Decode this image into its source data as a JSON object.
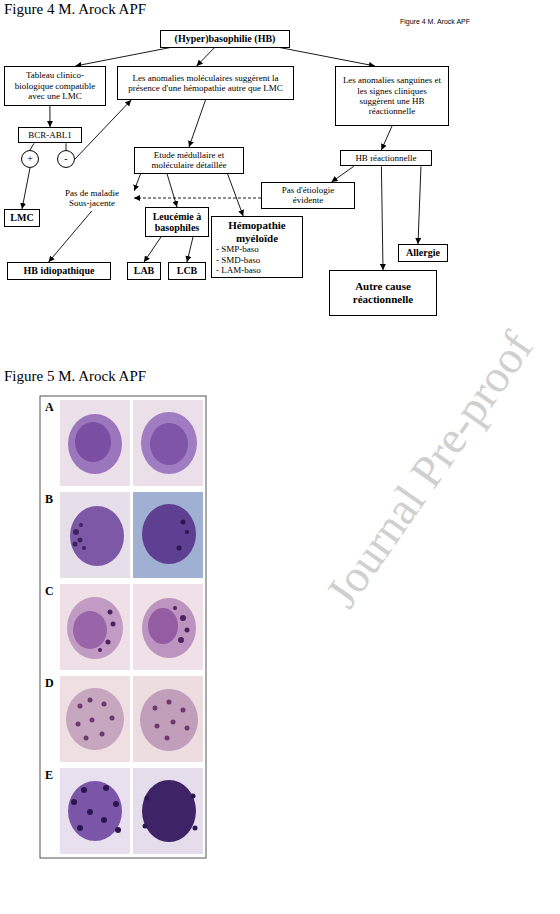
{
  "diagram": {
    "nodes": [
      {
        "text": [
          "(Hyper)basophilie (HB)"
        ]
      },
      {
        "text": [
          "Tableau clinico-biologique compatible avec une LMC"
        ]
      },
      {
        "text": [
          "Les anomalies moléculaires suggèrent la présence d'une hémopathie autre que LMC"
        ]
      },
      {
        "text": [
          "Les anomalies sanguines et les signes cliniques suggèrent une HB réactionnelle"
        ]
      },
      {
        "text": [
          "BCR-ABL1"
        ]
      },
      {
        "text": [
          "+"
        ]
      },
      {
        "text": [
          "-"
        ]
      },
      {
        "text": [
          "Etude médullaire et moléculaire détaillée"
        ]
      },
      {
        "text": [
          "HB réactionnelle"
        ]
      },
      {
        "text": [
          "Pas d'étiologie évidente"
        ]
      },
      {
        "text": [
          "LMC"
        ]
      },
      {
        "text": [
          "Pas de maladie Sous-jacente"
        ]
      },
      {
        "text": [
          "Leucémie à basophiles"
        ]
      },
      {
        "text": [
          "Hémopathie myéloïde",
          "- SMP-baso",
          "- SMD-baso",
          "- LAM-baso"
        ]
      },
      {
        "text": [
          "Allergie"
        ]
      },
      {
        "text": [
          "HB idiopathique"
        ]
      },
      {
        "text": [
          "LAB"
        ]
      },
      {
        "text": [
          "LCB"
        ]
      },
      {
        "text": [
          "Autre cause réactionnelle"
        ]
      }
    ],
    "edges": [
      {
        "from": 0,
        "to": 1,
        "arrow": "to"
      },
      {
        "from": 0,
        "to": 2,
        "arrow": "to"
      },
      {
        "from": 0,
        "to": 3,
        "arrow": "to"
      },
      {
        "from": 1,
        "to": 4,
        "arrow": "to"
      },
      {
        "from": 4,
        "to": 5,
        "arrow": "none"
      },
      {
        "from": 4,
        "to": 6,
        "arrow": "none"
      },
      {
        "from": 5,
        "to": 10,
        "arrow": "to"
      },
      {
        "from": 6,
        "to": 2,
        "arrow": "to"
      },
      {
        "from": 2,
        "to": 7,
        "arrow": "to"
      },
      {
        "from": 7,
        "to": 11,
        "arrow": "to"
      },
      {
        "from": 7,
        "to": 12,
        "arrow": "to"
      },
      {
        "from": 7,
        "to": 13,
        "arrow": "to"
      },
      {
        "from": 9,
        "to": 11,
        "arrow": "to"
      },
      {
        "from": 11,
        "to": 15,
        "arrow": "to"
      },
      {
        "from": 12,
        "to": 16,
        "arrow": "to"
      },
      {
        "from": 12,
        "to": 17,
        "arrow": "to"
      },
      {
        "from": 3,
        "to": 8,
        "arrow": "to"
      },
      {
        "from": 8,
        "to": 9,
        "arrow": "to"
      },
      {
        "from": 8,
        "to": 14,
        "arrow": "to"
      },
      {
        "from": 8,
        "to": 18,
        "arrow": "to"
      }
    ],
    "labels": [
      "Figure 4 M. Arock APF",
      "Figure 4 M. Arock APF",
      "Journal Pre-proof",
      "Figure 5 M. Arock APF",
      "A",
      "B",
      "C",
      "D",
      "E"
    ]
  }
}
